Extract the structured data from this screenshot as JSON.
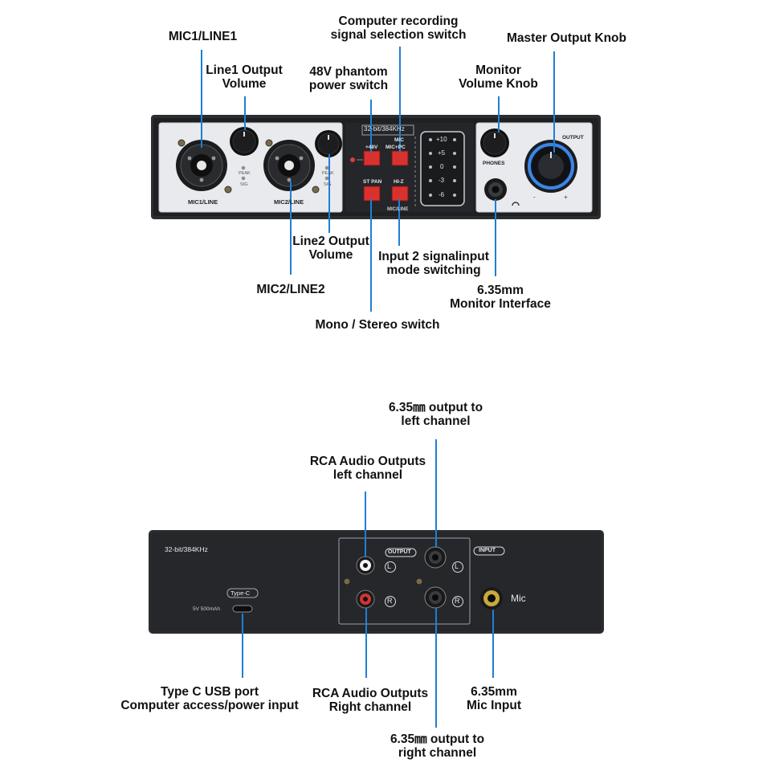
{
  "front": {
    "callouts": {
      "mic1_line1": "MIC1/LINE1",
      "line1_output_volume": "Line1 Output\nVolume",
      "phantom_48v": "48V phantom\npower switch",
      "computer_recording": "Computer recording\nsignal selection switch",
      "master_output_knob": "Master Output Knob",
      "monitor_volume_knob": "Monitor\nVolume Knob",
      "line2_output_volume": "Line2 Output\nVolume",
      "mic2_line2": "MIC2/LINE2",
      "input2_mode": "Input 2 signalinput\nmode switching",
      "monitor_interface": "6.35mm\nMonitor Interface",
      "mono_stereo": "Mono / Stereo switch"
    },
    "panel": {
      "spec": "32-bit/384KHz",
      "jack1_label": "MIC1/LINE",
      "jack2_label": "MIC2/LINE",
      "peak": "PEAK",
      "sig": "SIG",
      "btn_48v": "+48V",
      "btn_mic": "MIC",
      "btn_mic_pc": "MIC+PC",
      "btn_st_pan": "ST PAN",
      "btn_hi_z": "HI-Z",
      "mic_line": "MIC/LINE",
      "meter": [
        "+10",
        "+5",
        "0",
        "-3",
        "-6"
      ],
      "phones": "PHONES",
      "output": "OUTPUT",
      "knob_minus": "-",
      "knob_plus": "+"
    }
  },
  "back": {
    "callouts": {
      "out_left_635": "6.35㎜ output to\nleft channel",
      "rca_left": "RCA Audio Outputs\nleft channel",
      "type_c": "Type C USB port\nComputer access/power input",
      "rca_right": "RCA Audio Outputs\nRight channel",
      "mic_input": "6.35mm\nMic Input",
      "out_right_635": "6.35㎜ output to\nright channel"
    },
    "panel": {
      "spec": "32-bit/384KHz",
      "type_c_label": "Type-C",
      "power": "5V 500mAh",
      "output_label": "OUTPUT",
      "input_label": "INPUT",
      "mic": "Mic",
      "l": "L",
      "r": "R"
    }
  },
  "colors": {
    "lead_line": "#1f7fd6",
    "chassis": "#2b2c2e",
    "panel_light": "#e9ebee",
    "button_red": "#d8322f",
    "knob_glow": "#3b8df5"
  }
}
